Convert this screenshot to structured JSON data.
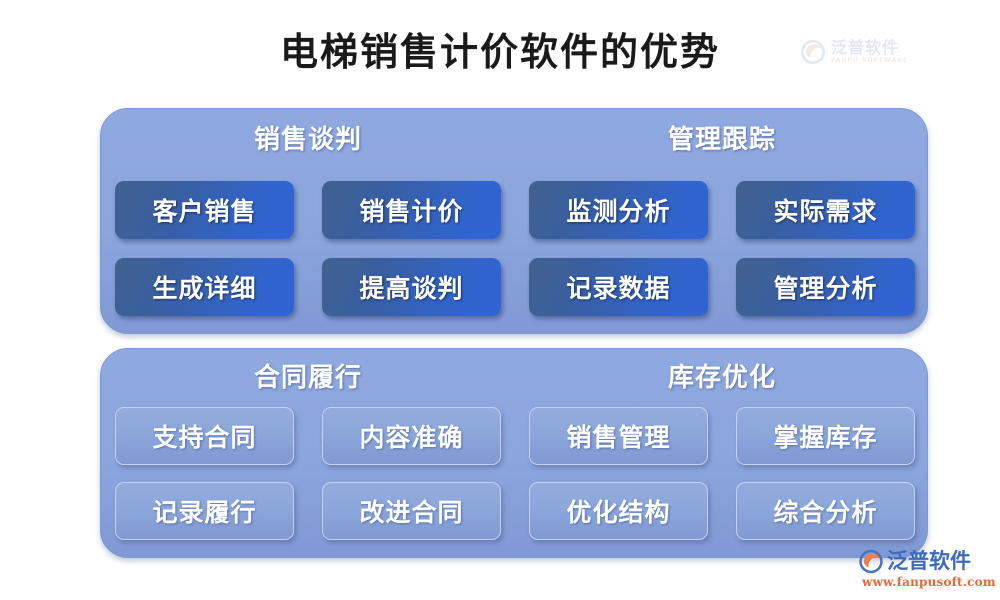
{
  "header": {
    "title": "电梯销售计价软件的优势",
    "watermark": {
      "icon": "fanpu-swoosh-icon",
      "cn": "泛普软件",
      "en": "FANPU SOFTWARE"
    }
  },
  "panels": [
    {
      "id": "panel-top",
      "style": "dark-tiles",
      "groups": [
        {
          "heading": "销售谈判",
          "tiles": [
            {
              "label": "客户销售"
            },
            {
              "label": "销售计价"
            },
            {
              "label": "生成详细"
            },
            {
              "label": "提高谈判"
            }
          ]
        },
        {
          "heading": "管理跟踪",
          "tiles": [
            {
              "label": "监测分析"
            },
            {
              "label": "实际需求"
            },
            {
              "label": "记录数据"
            },
            {
              "label": "管理分析"
            }
          ]
        }
      ]
    },
    {
      "id": "panel-bottom",
      "style": "light-tiles",
      "groups": [
        {
          "heading": "合同履行",
          "tiles": [
            {
              "label": "支持合同"
            },
            {
              "label": "内容准确"
            },
            {
              "label": "记录履行"
            },
            {
              "label": "改进合同"
            }
          ]
        },
        {
          "heading": "库存优化",
          "tiles": [
            {
              "label": "销售管理"
            },
            {
              "label": "掌握库存"
            },
            {
              "label": "优化结构"
            },
            {
              "label": "综合分析"
            }
          ]
        }
      ]
    }
  ],
  "footer": {
    "logo": {
      "icon": "fanpu-swoosh-icon",
      "cn": "泛普软件",
      "url": "www.fanpusoft.com"
    }
  },
  "colors": {
    "panel_fill": "#8ba5dd",
    "dark_tile_start": "#41618f",
    "dark_tile_end": "#2f64d6",
    "light_tile_fill": "#8ba6da",
    "light_tile_border": "#c3d2ee",
    "tile_text": "#ffffff",
    "title_text": "#1a1a1a",
    "brand_blue": "#3c6bbd",
    "brand_orange": "#e8653a"
  }
}
